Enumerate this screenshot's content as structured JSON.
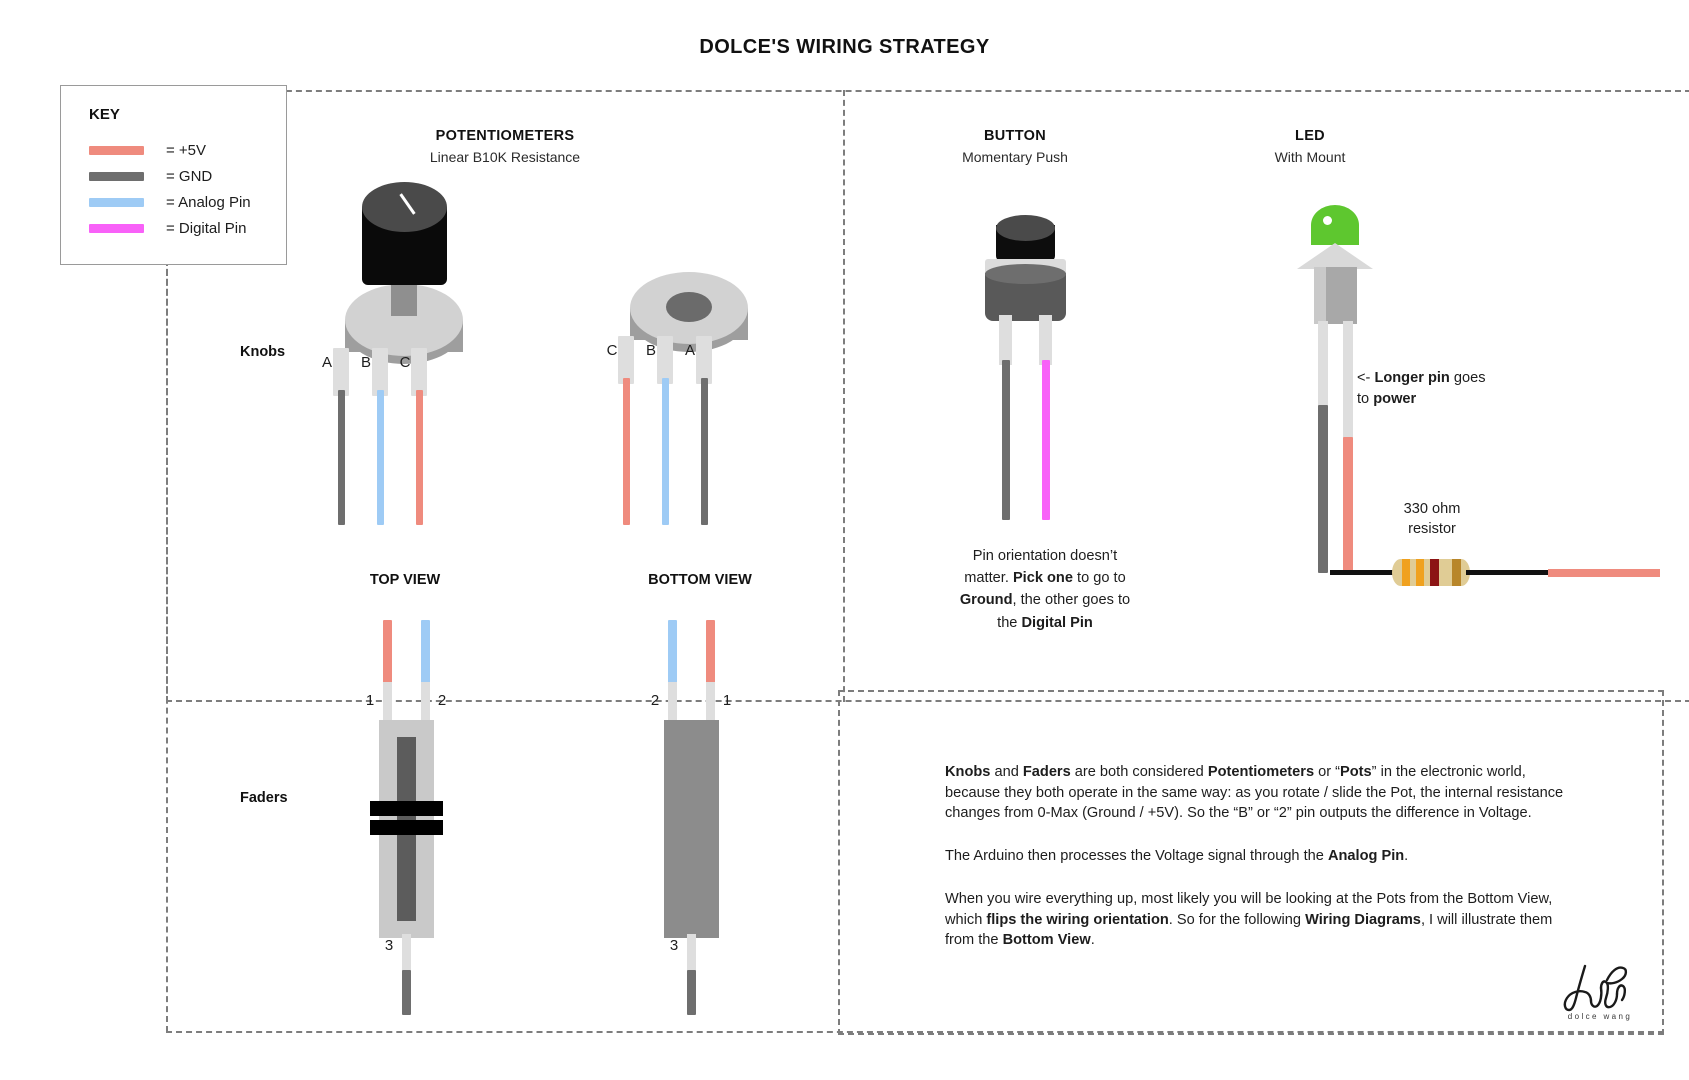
{
  "title": "DOLCE'S WIRING STRATEGY",
  "key": {
    "title": "KEY",
    "items": [
      {
        "color": "#ef8b7e",
        "label": "= +5V",
        "name": "plus5v"
      },
      {
        "color": "#6e6e6e",
        "label": "= GND",
        "name": "gnd"
      },
      {
        "color": "#9ecbf5",
        "label": "= Analog Pin",
        "name": "analog-pin"
      },
      {
        "color": "#f861f8",
        "label": "= Digital Pin",
        "name": "digital-pin"
      }
    ]
  },
  "potentiometers": {
    "heading": "POTENTIOMETERS",
    "subheading": "Linear B10K Resistance",
    "row_labels": {
      "knobs": "Knobs",
      "faders": "Faders"
    },
    "views": {
      "top": "TOP VIEW",
      "bottom": "BOTTOM VIEW"
    },
    "knob_top_pins": [
      "A",
      "B",
      "C"
    ],
    "knob_bottom_pins": [
      "C",
      "B",
      "A"
    ],
    "knob_top_wire_colors": [
      "#6e6e6e",
      "#9ecbf5",
      "#ef8b7e"
    ],
    "knob_bottom_wire_colors": [
      "#ef8b7e",
      "#9ecbf5",
      "#6e6e6e"
    ],
    "fader_top_pins": [
      "1",
      "2",
      "3"
    ],
    "fader_bottom_pins": [
      "2",
      "1",
      "3"
    ],
    "fader_top_wire_colors": [
      "#ef8b7e",
      "#9ecbf5"
    ],
    "fader_bottom_wire_colors": [
      "#9ecbf5",
      "#ef8b7e"
    ],
    "fader_pin3_color": "#6e6e6e"
  },
  "button": {
    "heading": "BUTTON",
    "subheading": "Momentary Push",
    "wire_colors": [
      "#6e6e6e",
      "#f861f8"
    ],
    "note_line1_a": "Pin orientation doesn’t",
    "note_line2_a": "matter.  ",
    "note_line2_b": "Pick one",
    "note_line2_c": " to go to",
    "note_line3_a": "Ground",
    "note_line3_b": ", the other goes to",
    "note_line4_a": "the ",
    "note_line4_b": "Digital Pin"
  },
  "led": {
    "heading": "LED",
    "subheading": "With Mount",
    "note_arrow": "<- ",
    "note_bold1": "Longer pin",
    "note_mid": " goes",
    "note_line2_a": "to ",
    "note_bold2": "power",
    "resistor_label_line1": "330 ohm",
    "resistor_label_line2": "resistor",
    "resistor_bands": [
      "#f0a11e",
      "#f0a11e",
      "#8c1414",
      "#b8862a"
    ],
    "wire_colors": {
      "cathode": "#6e6e6e",
      "anode": "#ef8b7e"
    }
  },
  "notes": {
    "p1": [
      {
        "t": "Knobs",
        "b": true
      },
      {
        "t": " and ",
        "b": false
      },
      {
        "t": "Faders",
        "b": true
      },
      {
        "t": " are both considered ",
        "b": false
      },
      {
        "t": "Potentiometers",
        "b": true
      },
      {
        "t": " or “",
        "b": false
      },
      {
        "t": "Pots",
        "b": true
      },
      {
        "t": "” in the electronic world, because they both operate in the same way: as you rotate / slide the Pot, the internal resistance changes from 0-Max (Ground / +5V).  So the “B” or “2” pin outputs the difference in Voltage.",
        "b": false
      }
    ],
    "p2": [
      {
        "t": "The Arduino then processes the Voltage signal through the ",
        "b": false
      },
      {
        "t": "Analog Pin",
        "b": true
      },
      {
        "t": ".",
        "b": false
      }
    ],
    "p3": [
      {
        "t": "When you wire everything up, most likely you will be looking at the Pots from the Bottom View, which ",
        "b": false
      },
      {
        "t": "flips the wiring orientation",
        "b": true
      },
      {
        "t": ".  So for the following ",
        "b": false
      },
      {
        "t": "Wiring Diagrams",
        "b": true
      },
      {
        "t": ", I will illustrate them from the ",
        "b": false
      },
      {
        "t": "Bottom View",
        "b": true
      },
      {
        "t": ".",
        "b": false
      }
    ]
  },
  "signature": {
    "name": "dolce wang"
  }
}
